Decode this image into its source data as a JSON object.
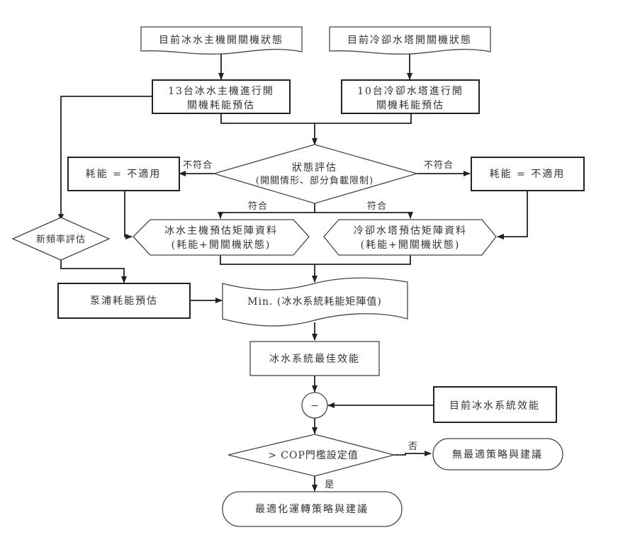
{
  "diagram": {
    "title": "",
    "nodes": {
      "chiller_status": {
        "type": "document",
        "text": "目前冰水主機開關機狀態"
      },
      "tower_status": {
        "type": "document",
        "text": "目前冷卻水塔開關機狀態"
      },
      "chiller_estimate": {
        "type": "process",
        "lines": [
          "13台冰水主機進行開",
          "關機耗能預估"
        ]
      },
      "tower_estimate": {
        "type": "process",
        "lines": [
          "10台冷卻水塔進行開",
          "關機耗能預估"
        ]
      },
      "state_eval": {
        "type": "decision",
        "lines": [
          "狀態評估",
          "(開關情形、部分負載限制)"
        ]
      },
      "left_na": {
        "type": "process",
        "text": "耗能 = 不適用"
      },
      "right_na": {
        "type": "process",
        "text": "耗能 = 不適用"
      },
      "chiller_matrix": {
        "type": "preparation",
        "lines": [
          "冰水主機預估矩陣資料",
          "(耗能+開關機狀態)"
        ]
      },
      "tower_matrix": {
        "type": "preparation",
        "lines": [
          "冷卻水塔預估矩陣資料",
          "(耗能+開關機狀態)"
        ]
      },
      "new_freq": {
        "type": "decision",
        "text": "新頻率評估"
      },
      "pump_estimate": {
        "type": "process",
        "text": "泵浦耗能預估"
      },
      "min_matrix": {
        "type": "document",
        "text": "Min. (冰水系統耗能矩陣值)"
      },
      "best_perf": {
        "type": "process",
        "text": "冰水系統最佳效能"
      },
      "subtract": {
        "type": "junction",
        "text": "−"
      },
      "current_perf": {
        "type": "process",
        "text": "目前冰水系統效能"
      },
      "cop_check": {
        "type": "decision",
        "text": "> COP門檻設定值"
      },
      "no_strategy": {
        "type": "terminator",
        "text": "無最適策略與建議"
      },
      "opt_strategy": {
        "type": "terminator",
        "text": "最適化運轉策略與建議"
      }
    },
    "edge_labels": {
      "left_fail": "不符合",
      "right_fail": "不符合",
      "left_pass": "符合",
      "right_pass": "符合",
      "no": "否",
      "yes": "是"
    },
    "edges": [
      {
        "from": "chiller_status",
        "to": "chiller_estimate"
      },
      {
        "from": "tower_status",
        "to": "tower_estimate"
      },
      {
        "from": "chiller_estimate",
        "to": "state_eval"
      },
      {
        "from": "tower_estimate",
        "to": "state_eval"
      },
      {
        "from": "chiller_estimate",
        "to": "new_freq"
      },
      {
        "from": "state_eval",
        "to": "left_na",
        "label": "不符合"
      },
      {
        "from": "state_eval",
        "to": "right_na",
        "label": "不符合"
      },
      {
        "from": "state_eval",
        "to": "chiller_matrix",
        "label": "符合"
      },
      {
        "from": "state_eval",
        "to": "tower_matrix",
        "label": "符合"
      },
      {
        "from": "left_na",
        "to": "chiller_matrix"
      },
      {
        "from": "right_na",
        "to": "tower_matrix"
      },
      {
        "from": "new_freq",
        "to": "pump_estimate"
      },
      {
        "from": "chiller_matrix",
        "to": "min_matrix"
      },
      {
        "from": "tower_matrix",
        "to": "min_matrix"
      },
      {
        "from": "pump_estimate",
        "to": "min_matrix"
      },
      {
        "from": "min_matrix",
        "to": "best_perf"
      },
      {
        "from": "best_perf",
        "to": "subtract"
      },
      {
        "from": "current_perf",
        "to": "subtract"
      },
      {
        "from": "subtract",
        "to": "cop_check"
      },
      {
        "from": "cop_check",
        "to": "no_strategy",
        "label": "否"
      },
      {
        "from": "cop_check",
        "to": "opt_strategy",
        "label": "是"
      }
    ]
  }
}
